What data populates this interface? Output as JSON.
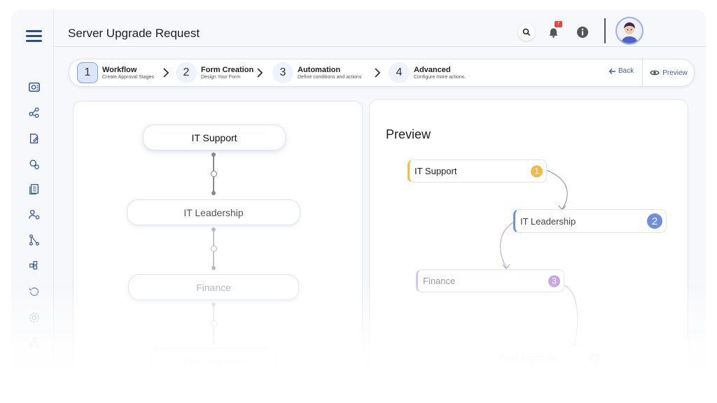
{
  "header": {
    "title": "Server Upgrade Request",
    "notification_count": "7",
    "icons": [
      "search-icon",
      "bell-icon",
      "info-icon"
    ]
  },
  "sidebar": {
    "items": [
      {
        "icon": "dashboard-icon"
      },
      {
        "icon": "workflow-icon"
      },
      {
        "icon": "edit-document-icon"
      },
      {
        "icon": "settings-user-icon"
      },
      {
        "icon": "documents-icon"
      },
      {
        "icon": "users-settings-icon"
      },
      {
        "icon": "hierarchy-icon"
      },
      {
        "icon": "grid-icon"
      },
      {
        "icon": "history-icon"
      },
      {
        "icon": "gear-icon"
      },
      {
        "icon": "org-chart-icon"
      }
    ]
  },
  "stepper": {
    "steps": [
      {
        "number": "1",
        "title": "Workflow",
        "subtitle": "Create Approval Stages"
      },
      {
        "number": "2",
        "title": "Form Creation",
        "subtitle": "Design Your Form"
      },
      {
        "number": "3",
        "title": "Automation",
        "subtitle": "Define conditions and actions"
      },
      {
        "number": "4",
        "title": "Advanced",
        "subtitle": "Configure more actions."
      }
    ],
    "back_label": "Back",
    "preview_label": "Preview"
  },
  "builder": {
    "stages": [
      {
        "label": "IT Support"
      },
      {
        "label": "IT Leadership"
      },
      {
        "label": "Finance"
      },
      {
        "label": "Final Approval"
      }
    ]
  },
  "preview": {
    "title": "Preview",
    "nodes": [
      {
        "label": "IT Support",
        "number": "1",
        "color": "#f2b84b"
      },
      {
        "label": "IT Leadership",
        "number": "2",
        "color": "#6f8fdc"
      },
      {
        "label": "Finance",
        "number": "3",
        "color": "#b58ad8"
      },
      {
        "label": "Final Approval",
        "number": "4",
        "color": "#5fbf86"
      }
    ]
  },
  "colors": {
    "accent": "#2b4c9a",
    "badge": "#e0483f"
  }
}
